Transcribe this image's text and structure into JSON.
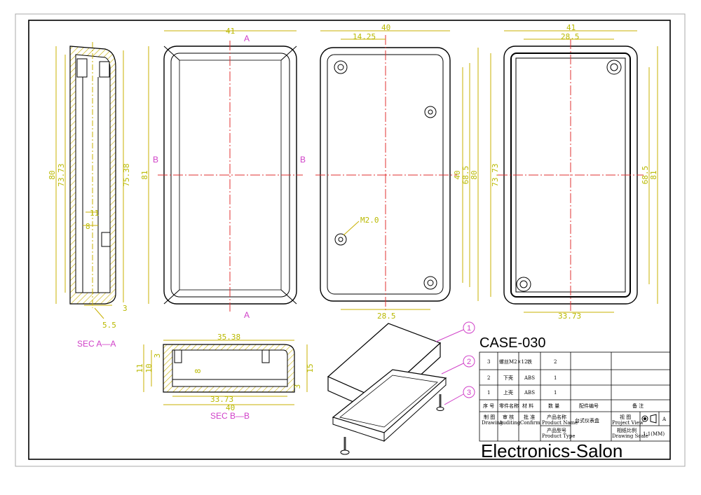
{
  "title": "CASE-030",
  "company": "Electronics-Salon",
  "section_a": "SEC A—A",
  "section_b": "SEC B—B",
  "cut_a": "A",
  "cut_b": "B",
  "hole_note": "M2.0",
  "colors": {
    "dimension": "#b9b900",
    "section": "#d040c8",
    "centerline": "#e03030",
    "outline": "#000000"
  },
  "dims": {
    "side_80": "80",
    "side_73_73": "73.73",
    "side_75_38": "75.38",
    "side_11": "11",
    "side_8": "8",
    "side_3": "3",
    "side_5_5": "5.5",
    "front_41": "41",
    "front_81": "81",
    "mid_40": "40",
    "mid_14_25": "14.25",
    "mid_40v": "40",
    "mid_68_5": "68.5",
    "mid_80": "80",
    "mid_28_5": "28.5",
    "right_41": "41",
    "right_28_5": "28.5",
    "right_73_73": "73.73",
    "right_68_5": "68.5",
    "right_81": "81",
    "right_33_73": "33.73",
    "bot_35_38": "35.38",
    "bot_11": "11",
    "bot_10": "10",
    "bot_3": "3",
    "bot_8": "8",
    "bot_15": "15",
    "bot_3b": "3",
    "bot_33_73": "33.73",
    "bot_40": "40"
  },
  "callouts": [
    "1",
    "2",
    "3"
  ],
  "bom": {
    "rows": [
      {
        "no": "3",
        "part": "螺丝M2×12",
        "material": "铁",
        "qty": "2"
      },
      {
        "no": "2",
        "part": "下壳",
        "material": "ABS",
        "qty": "1"
      },
      {
        "no": "1",
        "part": "上壳",
        "material": "ABS",
        "qty": "1"
      }
    ],
    "header": {
      "no": "序 号",
      "part": "零件名称",
      "material": "材 料",
      "qty": "数 量",
      "code": "配件编号",
      "remark": "备 注"
    }
  },
  "titleblock": {
    "drawing_cn": "制 图",
    "drawing_en": "Drawing",
    "auditing_cn": "审 核",
    "auditing_en": "Auditing",
    "confirm_cn": "批 准",
    "confirm_en": "Confirm",
    "pname_cn": "产品名称",
    "pname_en": "Product Name",
    "pname_value": "台式仪表盒",
    "pview_cn": "视 图",
    "pview_en": "Project View",
    "pview_letter": "A",
    "ptype_cn": "产品型号",
    "ptype_en": "Product Type",
    "scale_cn": "相纸比例",
    "scale_en": "Drawing Scale",
    "scale_value": "1:1(MM)"
  }
}
